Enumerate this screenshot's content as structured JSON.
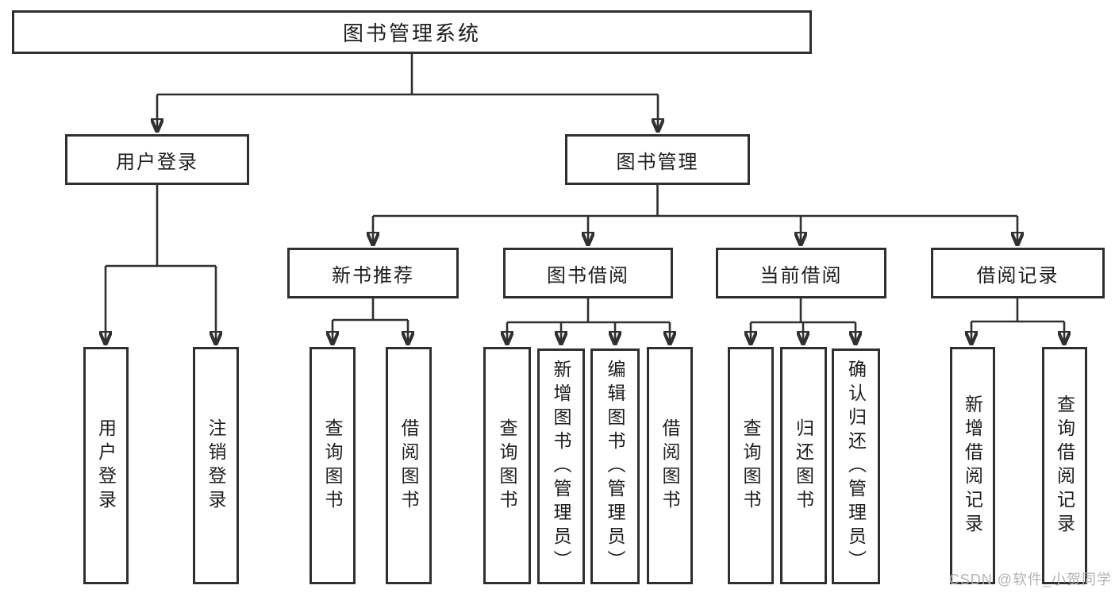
{
  "root": {
    "label": "图书管理系统"
  },
  "branches": [
    {
      "label": "用户登录",
      "children": [
        {
          "label": "用户登录"
        },
        {
          "label": "注销登录"
        }
      ]
    },
    {
      "label": "图书管理",
      "sections": [
        {
          "label": "新书推荐",
          "children": [
            {
              "label": "查询图书"
            },
            {
              "label": "借阅图书"
            }
          ]
        },
        {
          "label": "图书借阅",
          "children": [
            {
              "label": "查询图书"
            },
            {
              "label": "新增图书（管理员）"
            },
            {
              "label": "编辑图书（管理员）"
            },
            {
              "label": "借阅图书"
            }
          ]
        },
        {
          "label": "当前借阅",
          "children": [
            {
              "label": "查询图书"
            },
            {
              "label": "归还图书"
            },
            {
              "label": "确认归还（管理员）"
            }
          ]
        },
        {
          "label": "借阅记录",
          "children": [
            {
              "label": "新增借阅记录"
            },
            {
              "label": "查询借阅记录"
            }
          ]
        }
      ]
    }
  ],
  "watermark": {
    "text": "CSDN @软件_小贺同学"
  },
  "colors": {
    "line": "#303030",
    "border": "#2f2f2f",
    "text": "#1d1d1d",
    "background": "#ffffff",
    "watermark": "#b3b3b3"
  }
}
